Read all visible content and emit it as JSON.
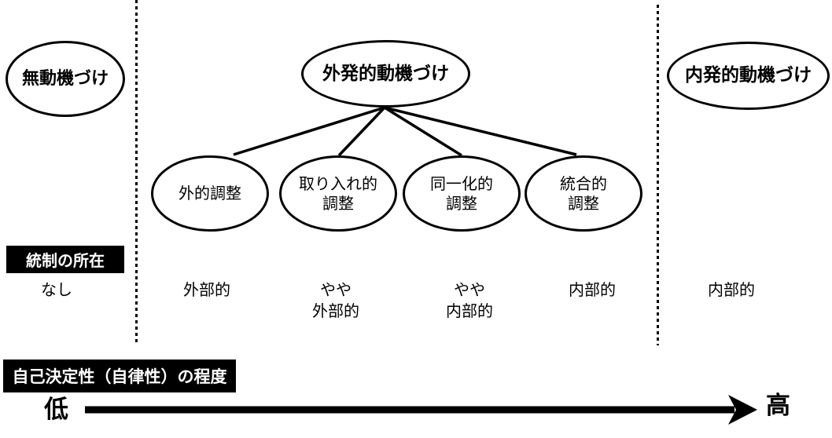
{
  "ellipses": {
    "amotivation": {
      "label": "無動機づけ"
    },
    "extrinsic": {
      "label": "外発的動機づけ"
    },
    "intrinsic": {
      "label": "内発的動機づけ"
    },
    "regulations": [
      {
        "label": "外的調整"
      },
      {
        "label": "取り入れ的\n調整"
      },
      {
        "label": "同一化的\n調整"
      },
      {
        "label": "統合的\n調整"
      }
    ]
  },
  "locus_row": {
    "header": "統制の所在",
    "values": [
      "なし",
      "外部的",
      "やや\n外部的",
      "やや\n内部的",
      "内部的",
      "内部的"
    ]
  },
  "autonomy": {
    "header": "自己決定性（自律性）の程度",
    "low": "低",
    "high": "高"
  },
  "colors": {
    "line": "#000000",
    "label_bg": "#000000",
    "label_fg": "#ffffff",
    "background": "#ffffff"
  }
}
